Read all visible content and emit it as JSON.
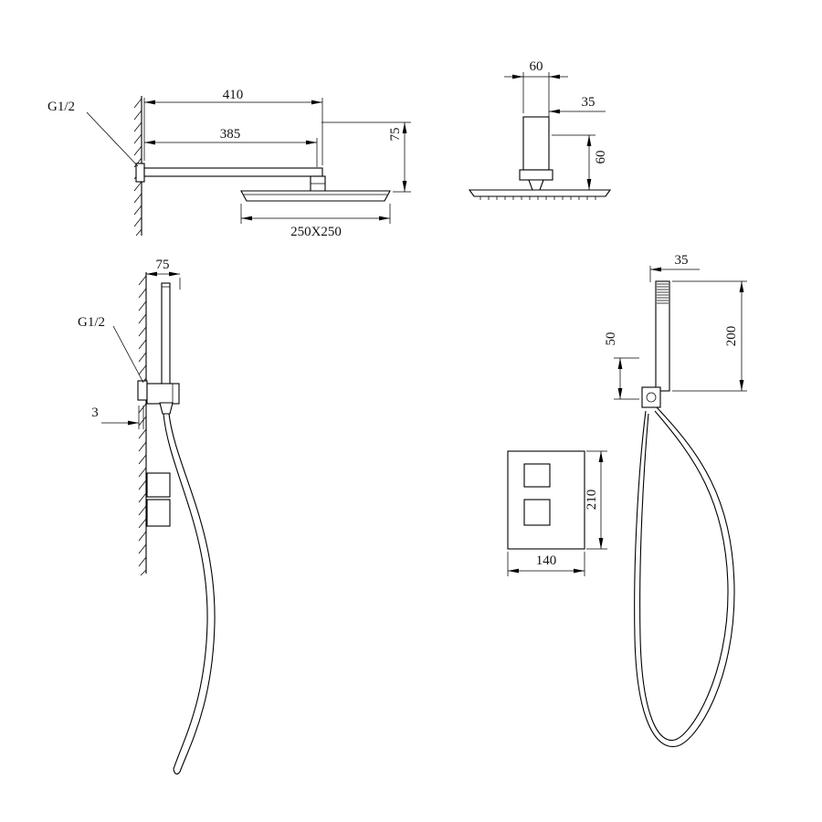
{
  "drawing": {
    "background": "#ffffff",
    "line_color": "#000000",
    "views": {
      "rain_side": {
        "thread_label": "G1/2",
        "dim_total": "410",
        "dim_center": "385",
        "dim_drop": "75",
        "dim_head": "250X250"
      },
      "rain_front": {
        "dim_width": "60",
        "dim_offset": "35",
        "dim_drop": "60"
      },
      "hand_side": {
        "dim_bracket": "75",
        "thread_label": "G1/2",
        "dim_plate": "3"
      },
      "hand_front": {
        "dim_offset": "35",
        "dim_length": "200",
        "dim_elbow": "50"
      },
      "mixer": {
        "dim_height": "210",
        "dim_width": "140"
      }
    }
  }
}
